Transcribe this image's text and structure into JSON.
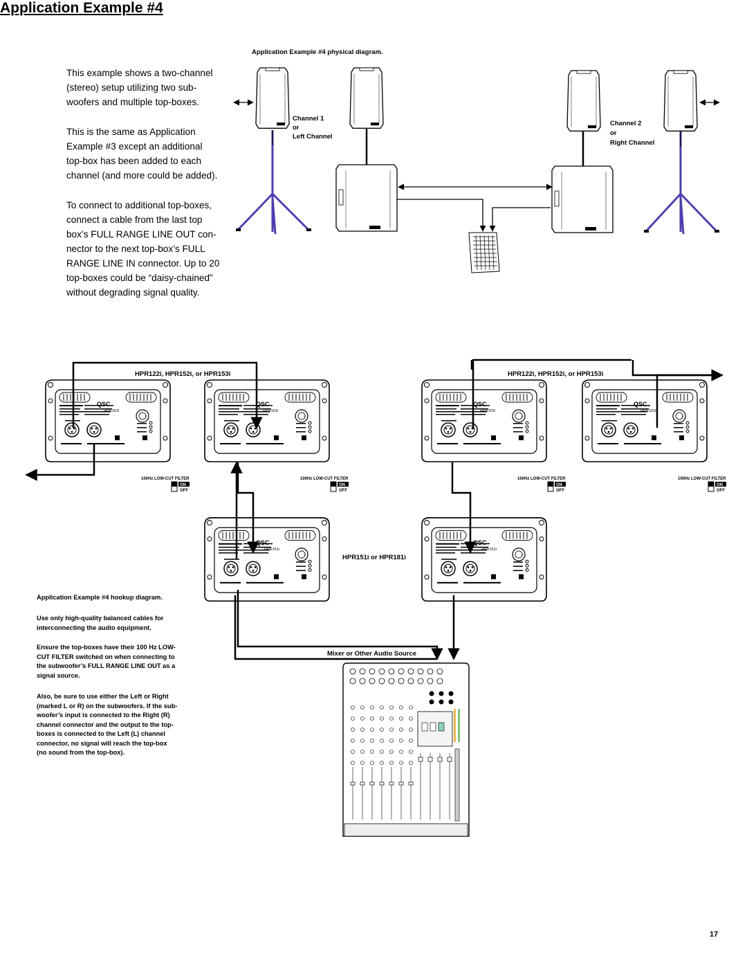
{
  "page": {
    "title": "Application Example #4",
    "intro": [
      "This example shows a two-channel",
      "(stereo) setup utilizing two sub-",
      "woofers and multiple top-boxes."
    ],
    "para2": [
      "This is the same as Application",
      "Example #3 except an additional",
      "top-box has been added to each",
      "channel (and more could be added)."
    ],
    "para3": [
      "To connect to additional top-boxes,",
      "connect a cable from the last top",
      "box’s FULL RANGE LINE OUT con-",
      "nector to the next top-box’s FULL",
      "RANGE LINE IN connector. Up to 20",
      "top-boxes could be “daisy-chained”",
      "without degrading signal quality."
    ],
    "page_number": "17"
  },
  "physical": {
    "caption": "Application Example #4 physical diagram.",
    "channel1": [
      "Channel 1",
      "or",
      "Left Channel"
    ],
    "channel2": [
      "Channel 2",
      "or",
      "Right Channel"
    ]
  },
  "hookup": {
    "topbox_label_left": "HPR122i, HPR152i, or HPR153i",
    "topbox_label_right": "HPR122i, HPR152i, or HPR153i",
    "sub_label": "HPR151i or HPR181i",
    "mixer_label": "Mixer or Other Audio Source",
    "filter_label": "100Hz LOW-CUT FILTER",
    "filter_on": "ON",
    "filter_off": "OFF",
    "brand": "QSC",
    "top_model": "HPR153i",
    "sub_model": "HPR151i",
    "caption": "Application Example #4 hookup diagram.",
    "notes": [
      [
        "Use only high-quality balanced cables for",
        "interconnecting the audio equipment."
      ],
      [
        "Ensure the top-boxes have their 100 Hz LOW-",
        "CUT FILTER switched on when connecting to",
        "the subwoofer’s FULL RANGE LINE OUT as a",
        "signal source."
      ],
      [
        "Also, be sure to use either the Left or Right",
        "(marked L or R) on the subwoofers. If the sub-",
        "woofer’s input is connected to the Right (R)",
        "channel connector and the output to the top-",
        "boxes is connected to the Left (L) channel",
        "connector, no signal will reach the top-box",
        "(no sound from the top-box)."
      ]
    ]
  },
  "colors": {
    "stand": "#4b3fb0",
    "line": "#000000"
  }
}
